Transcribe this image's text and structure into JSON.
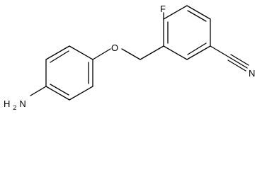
{
  "atoms": {
    "fluorine": "F",
    "oxygen": "O",
    "nitrogen": "N",
    "amine_h": "H",
    "amine_sub": "2",
    "amine_n": "N"
  }
}
